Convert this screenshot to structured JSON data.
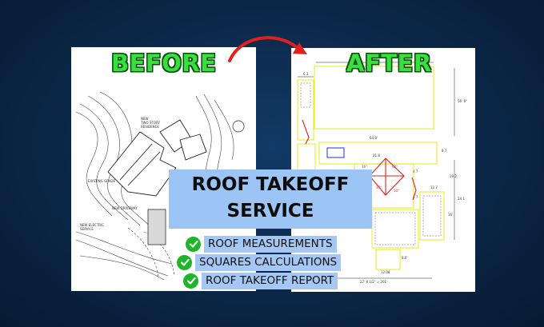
{
  "labels": {
    "before": "BEFORE",
    "after": "AFTER"
  },
  "title": {
    "line1": "ROOF TAKEOFF",
    "line2": "SERVICE"
  },
  "features": [
    {
      "text": "ROOF MEASUREMENTS",
      "icon": "check-circle-icon"
    },
    {
      "text": "SQUARES CALCULATIONS",
      "icon": "check-circle-icon"
    },
    {
      "text": "ROOF TAKEOFF REPORT",
      "icon": "check-circle-icon"
    }
  ],
  "drawing_dimensions": [
    "6.3",
    "56' 6\"",
    "64.8'",
    "21.8",
    "8.7",
    "19.2",
    "24.1",
    "12.7",
    "10.5",
    "16'",
    "8.6'",
    "12.08",
    "27' 8 1/2\" = 201'"
  ],
  "colors": {
    "background": "#0b2748",
    "label_green": "#37e03c",
    "title_box": "#9cc4f5",
    "check_green": "#1fb52b",
    "arrow_red": "#e0201c",
    "outline_yellow": "#e6e600",
    "roof_red": "#e0201c"
  }
}
